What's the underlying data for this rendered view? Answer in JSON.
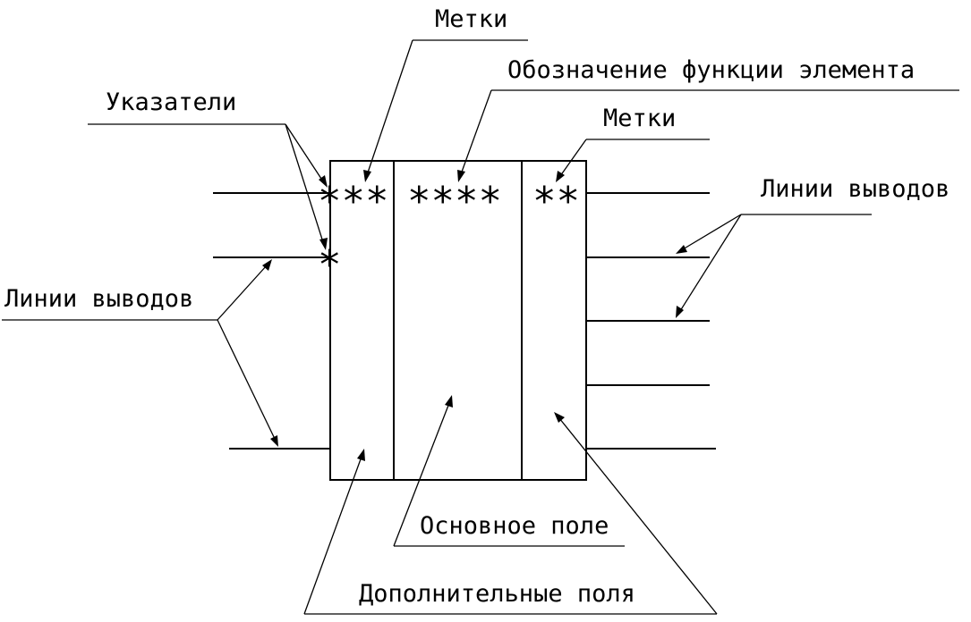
{
  "labels": {
    "metki_top": "Метки",
    "function_designation": "Обозначение функции элемента",
    "pointers": "Указатели",
    "metki_right": "Метки",
    "pin_lines_right": "Линии выводов",
    "pin_lines_left": "Линии выводов",
    "main_field": "Основное поле",
    "additional_fields": "Дополнительные поля"
  },
  "marks": {
    "left_field_marks": "***",
    "function_marks": "****",
    "right_field_marks": "**",
    "pointer_mark": "*"
  }
}
